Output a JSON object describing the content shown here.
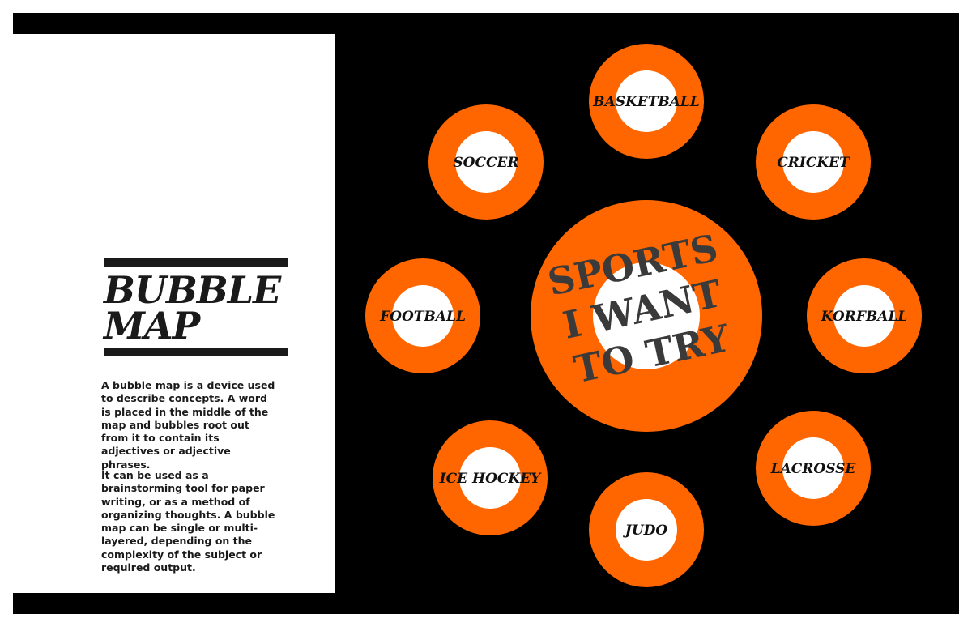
{
  "title_lines": [
    "BUBBLE",
    "MAP"
  ],
  "description": {
    "paragraph1": "A bubble map is a device used to describe concepts. A word is placed in the middle of the map and bubbles root out from it to contain its adjectives or adjective phrases.",
    "paragraph2": "It can be used as a brainstorming tool for paper writing, or as a method of organizing thoughts. A bubble map can be single or multi-layered, depending on the complexity of the subject or required output."
  },
  "center": {
    "lines": [
      "SPORTS",
      "I WANT",
      "TO TRY"
    ]
  },
  "bubbles": [
    {
      "label": "BASKETBALL"
    },
    {
      "label": "SOCCER"
    },
    {
      "label": "CRICKET"
    },
    {
      "label": "FOOTBALL"
    },
    {
      "label": "KORFBALL"
    },
    {
      "label": "ICE HOCKEY"
    },
    {
      "label": "LACROSSE"
    },
    {
      "label": "JUDO"
    }
  ],
  "colors": {
    "bubble": "#ff6600",
    "inner": "#ffffff",
    "background": "#000000",
    "text": "#1a1a1a"
  }
}
